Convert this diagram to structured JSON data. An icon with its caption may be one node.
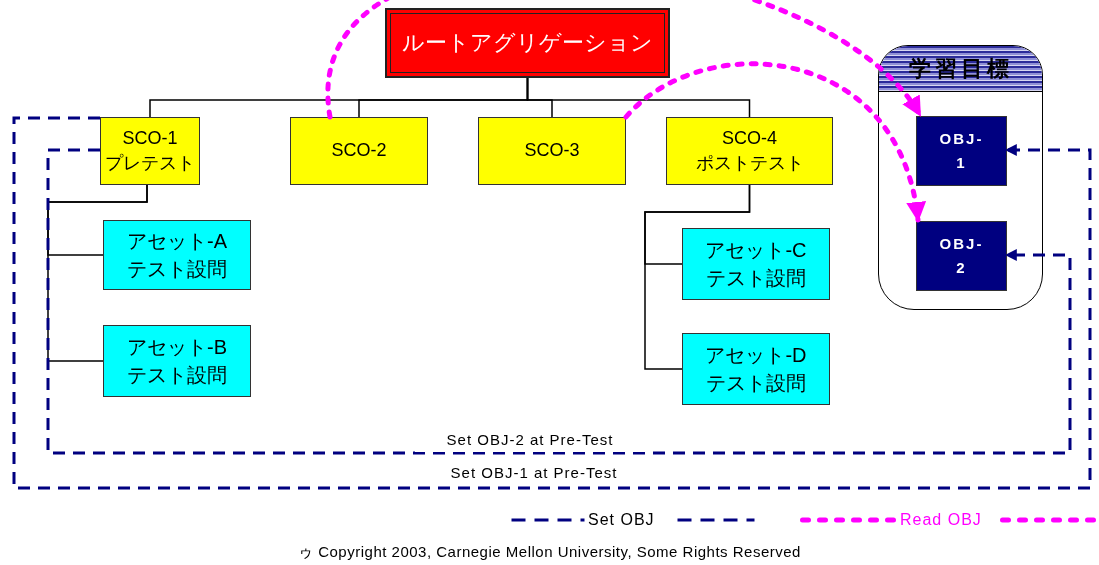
{
  "diagram": {
    "nodes": [
      {
        "text": [
          "ルートアグリゲーション"
        ]
      },
      {
        "text": [
          "SCO-1 プレテスト"
        ]
      },
      {
        "text": [
          "SCO-2"
        ]
      },
      {
        "text": [
          "SCO-3"
        ]
      },
      {
        "text": [
          "SCO-4 ポストテスト"
        ]
      },
      {
        "text": [
          "アセット-A テスト設問"
        ]
      },
      {
        "text": [
          "アセット-B テスト設問"
        ]
      },
      {
        "text": [
          "アセット-C テスト設問"
        ]
      },
      {
        "text": [
          "アセット-D テスト設問"
        ]
      },
      {
        "text": [
          "学習目標"
        ]
      },
      {
        "text": [
          "OBJ-1"
        ],
        "in": 9
      },
      {
        "text": [
          "OBJ-2"
        ],
        "in": 9
      }
    ],
    "edges": [
      {
        "from": 0,
        "to": 1,
        "arrow": "none"
      },
      {
        "from": 0,
        "to": 2,
        "arrow": "none"
      },
      {
        "from": 0,
        "to": 3,
        "arrow": "none"
      },
      {
        "from": 0,
        "to": 4,
        "arrow": "none"
      },
      {
        "from": 1,
        "to": 5,
        "arrow": "none"
      },
      {
        "from": 1,
        "to": 6,
        "arrow": "none"
      },
      {
        "from": 4,
        "to": 7,
        "arrow": "none"
      },
      {
        "from": 4,
        "to": 8,
        "arrow": "none"
      },
      {
        "from": 2,
        "to": 10,
        "arrow": "to",
        "style": "dashed",
        "color": "#ff00ff"
      },
      {
        "from": 3,
        "to": 11,
        "arrow": "to",
        "style": "dashed",
        "color": "#ff00ff"
      },
      {
        "from": 1,
        "to": 11,
        "arrow": "to",
        "style": "dashed",
        "color": "#000080",
        "label": "Set OBJ-2 at Pre-Test"
      },
      {
        "from": 1,
        "to": 10,
        "arrow": "to",
        "style": "dashed",
        "color": "#000080",
        "label": "Set OBJ-1 at Pre-Test"
      }
    ],
    "labels": [
      "ゥ Copyright 2003, Carnegie Mellon University, Some Rights Reserved"
    ],
    "legend": [
      {
        "text": "Set OBJ"
      },
      {
        "text": "Read OBJ"
      }
    ]
  }
}
